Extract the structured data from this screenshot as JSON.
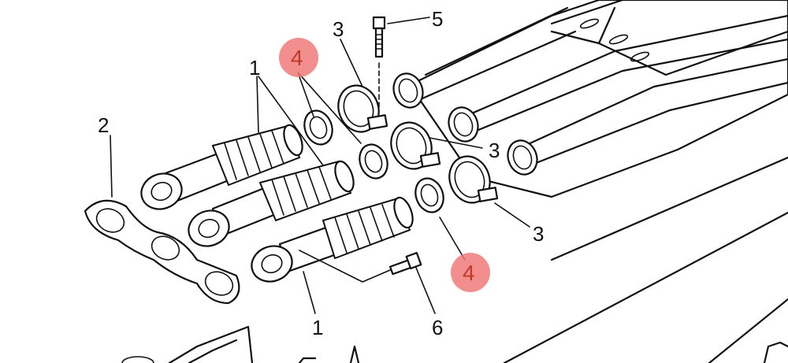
{
  "callouts": {
    "c1_top": "1",
    "c1_bottom": "1",
    "c2": "2",
    "c3_top": "3",
    "c3_mid": "3",
    "c3_low": "3",
    "c4_top": "4",
    "c4_bottom": "4",
    "c5": "5",
    "c6": "6"
  },
  "colors": {
    "highlight": "#f07a7a",
    "highlight_text": "#c0392b",
    "line": "#111111"
  }
}
